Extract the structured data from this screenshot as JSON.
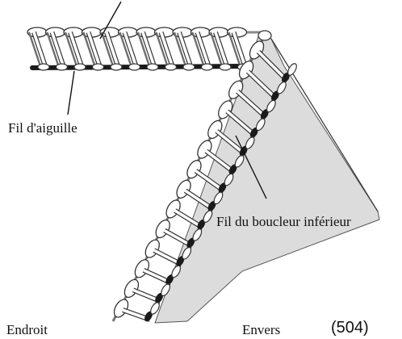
{
  "labels": {
    "top_partial": "",
    "needle_thread": "Fil d'aiguille",
    "lower_looper_thread": "Fil du boucleur inférieur",
    "right_side": "Endroit",
    "wrong_side": "Envers",
    "figure_number": "(504)"
  },
  "colors": {
    "fabric": "#dcdcdc",
    "thread_dark": "#1a1a1a",
    "thread_light": "#ffffff",
    "outline": "#333333"
  }
}
